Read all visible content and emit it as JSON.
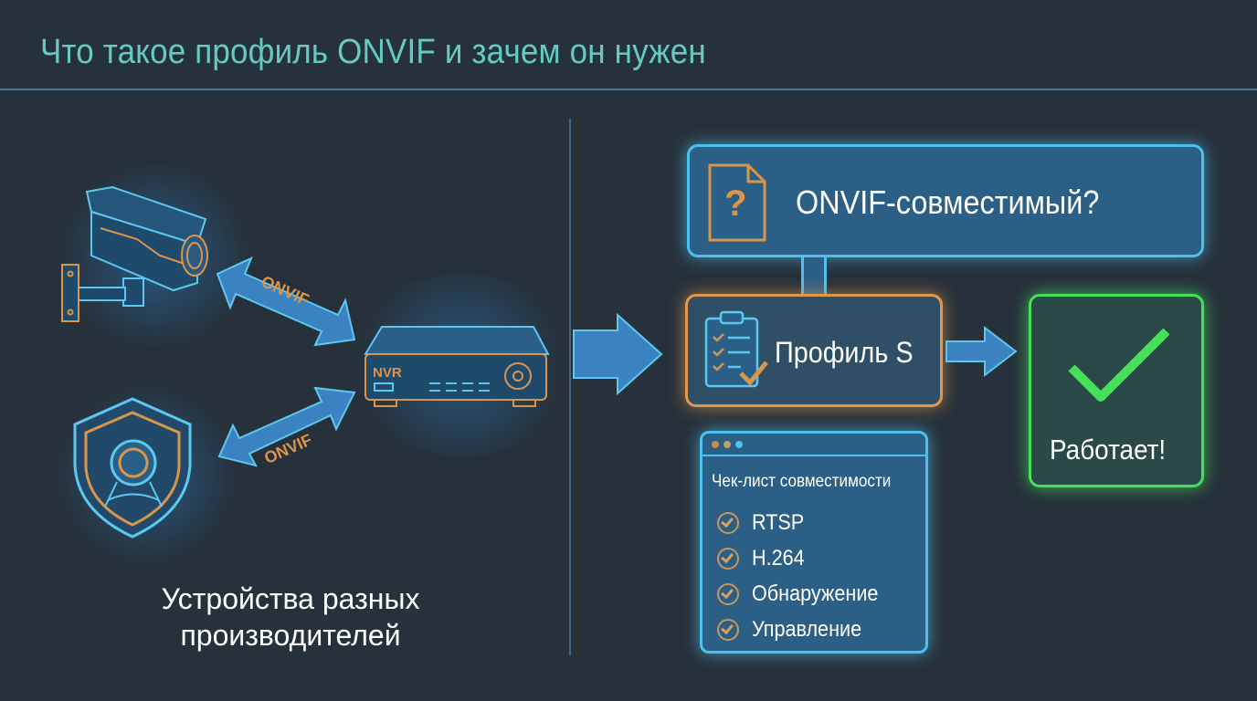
{
  "title": "Что такое профиль ONVIF и зачем он нужен",
  "left": {
    "arrow_label_1": "ONVIF",
    "arrow_label_2": "ONVIF",
    "nvr_label": "NVR",
    "caption_line1": "Устройства разных",
    "caption_line2": "производителей"
  },
  "right": {
    "question": "ONVIF-совместимый?",
    "question_icon": "?",
    "profile": "Профиль S",
    "result": "Работает!",
    "checklist": {
      "title": "Чек-лист совместимости",
      "items": [
        "RTSP",
        "H.264",
        "Обнаружение",
        "Управление"
      ]
    }
  },
  "colors": {
    "accent_blue": "#4dc0ee",
    "accent_orange": "#e0964c",
    "accent_green": "#45e05a",
    "title": "#63cbc2"
  }
}
